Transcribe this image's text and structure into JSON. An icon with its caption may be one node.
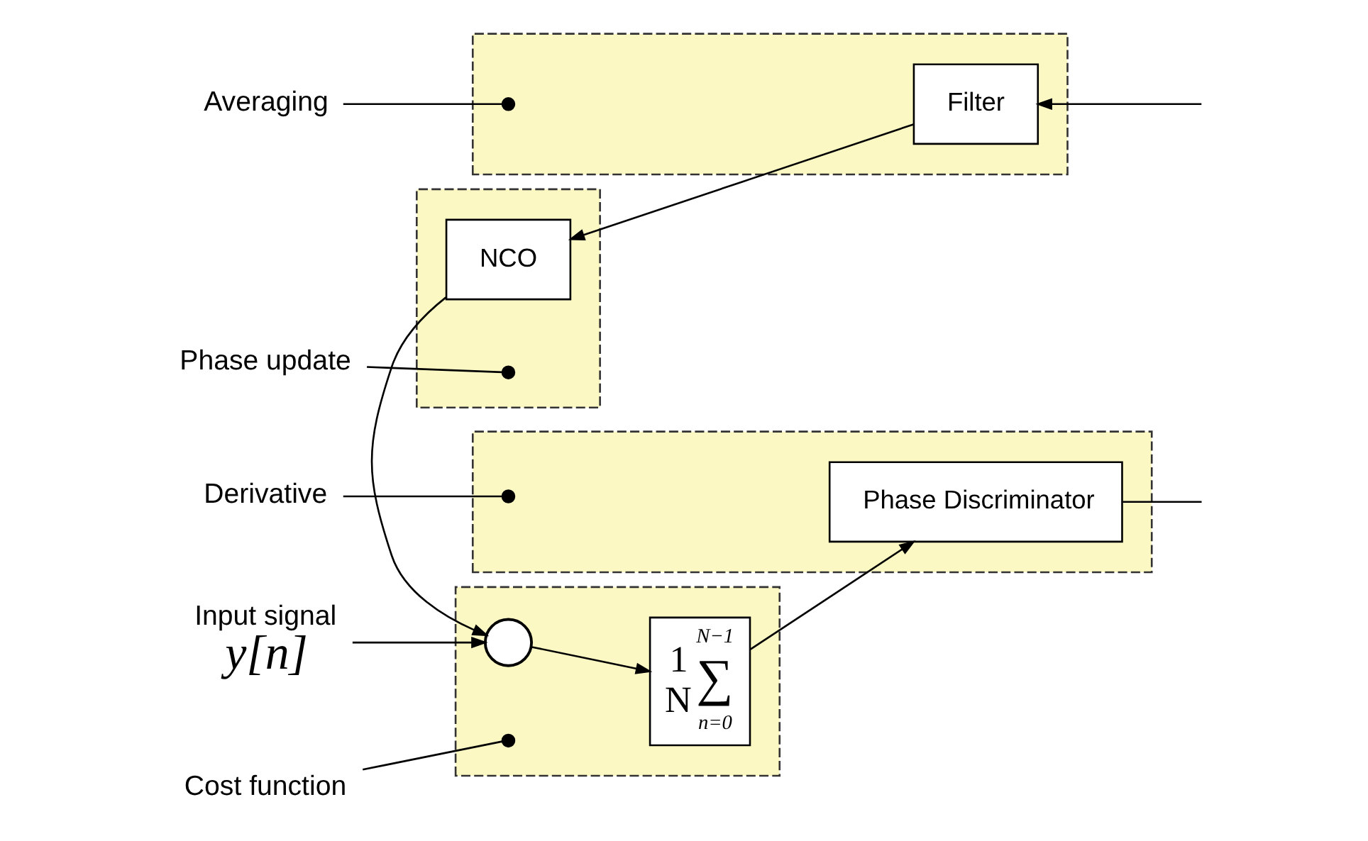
{
  "diagram": {
    "nodes": [
      {
        "text": [],
        "shape": "box"
      },
      {
        "text": [],
        "shape": "circle",
        "in": 0
      },
      {
        "text": [
          "1",
          "N",
          "N−1",
          "∑",
          "n=0"
        ],
        "in": 0
      },
      {
        "text": [],
        "shape": "circle",
        "in": 0
      },
      {
        "text": [],
        "shape": "box"
      },
      {
        "text": [
          "Phase Discriminator"
        ],
        "in": 4
      },
      {
        "text": [],
        "shape": "circle",
        "in": 4
      },
      {
        "text": [],
        "shape": "box"
      },
      {
        "text": [
          "NCO"
        ],
        "in": 7
      },
      {
        "text": [],
        "shape": "circle",
        "in": 7
      },
      {
        "text": [],
        "shape": "box"
      },
      {
        "text": [
          "Filter"
        ],
        "in": 10
      },
      {
        "text": [],
        "shape": "circle",
        "in": 10
      },
      {
        "text": [
          "Input signal",
          "y[n]"
        ]
      },
      {
        "text": [
          "Cost function"
        ]
      },
      {
        "text": [
          "Derivative"
        ]
      },
      {
        "text": [
          "Phase update"
        ]
      },
      {
        "text": [
          "Averaging"
        ]
      }
    ],
    "edges": [
      {
        "from": 13,
        "to": 1,
        "arrow": "to"
      },
      {
        "from": 1,
        "to": 2,
        "arrow": "to"
      },
      {
        "from": 2,
        "to": 5,
        "arrow": "to"
      },
      {
        "from": 5,
        "to": null,
        "arrow": "none"
      },
      {
        "from": null,
        "to": 11,
        "arrow": "to"
      },
      {
        "from": 11,
        "to": 8,
        "arrow": "to"
      },
      {
        "from": 8,
        "to": 1,
        "arrow": "to"
      },
      {
        "from": 14,
        "to": 3,
        "arrow": "none"
      },
      {
        "from": 15,
        "to": 6,
        "arrow": "none"
      },
      {
        "from": 16,
        "to": 9,
        "arrow": "none"
      },
      {
        "from": 17,
        "to": 12,
        "arrow": "none"
      }
    ]
  }
}
